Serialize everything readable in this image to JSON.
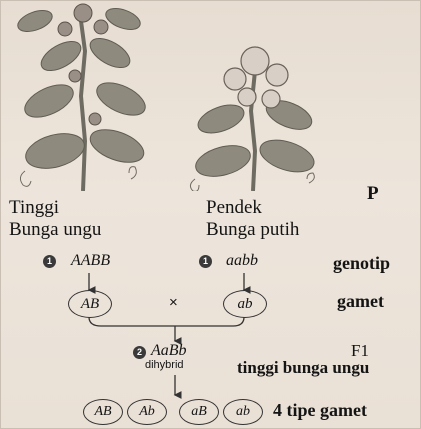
{
  "parents": {
    "generation_label": "P",
    "left": {
      "line1": "Tinggi",
      "line2": "Bunga ungu",
      "genotype": "AABB",
      "gamete": "AB",
      "step": "1"
    },
    "right": {
      "line1": "Pendek",
      "line2": "Bunga putih",
      "genotype": "aabb",
      "gamete": "ab",
      "step": "1"
    },
    "cross_symbol": "×"
  },
  "row_labels": {
    "genotype": "genotip",
    "gamete": "gamet"
  },
  "f1": {
    "step": "2",
    "genotype": "AaBb",
    "note": "dihybrid",
    "label": "F1",
    "phenotype": "tinggi bunga ungu"
  },
  "f1_gametes": {
    "items": [
      "AB",
      "Ab",
      "aB",
      "ab"
    ],
    "label": "4 tipe gamet"
  },
  "colors": {
    "background": "#e9e0d6",
    "ink": "#141414",
    "plant_leaf": "#8e8a7e",
    "flower_left": "#9a8f86",
    "flower_right": "#d8d0c6"
  },
  "icons": [
    "plant-tall-purple-icon",
    "plant-short-white-icon"
  ]
}
